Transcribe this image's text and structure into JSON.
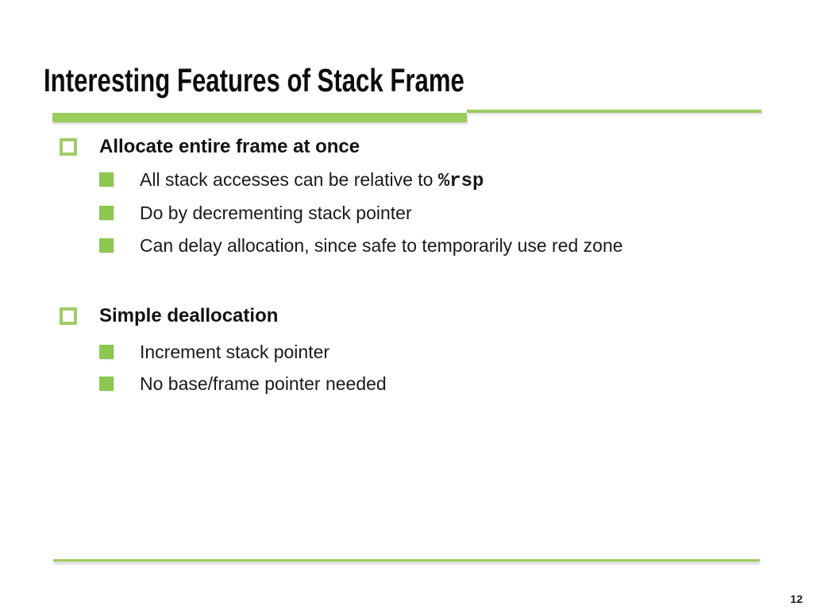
{
  "slide": {
    "title": "Interesting Features of Stack Frame",
    "page_number": "12",
    "colors": {
      "accent_green": "#9CCB5E",
      "solid_bullet_green": "#8CC751",
      "hollow_bullet_outline_green": "#9ECD67",
      "text_color": "#1a1a1a"
    },
    "sections": [
      {
        "heading": "Allocate entire frame at once",
        "items": [
          {
            "text": "All stack accesses can be relative to ",
            "code": "%rsp"
          },
          {
            "text": "Do by decrementing stack pointer"
          },
          {
            "text": "Can delay allocation, since safe to temporarily use red zone"
          }
        ]
      },
      {
        "heading": "Simple deallocation",
        "items": [
          {
            "text": "Increment stack pointer"
          },
          {
            "text": "No base/frame pointer needed"
          }
        ]
      }
    ]
  }
}
